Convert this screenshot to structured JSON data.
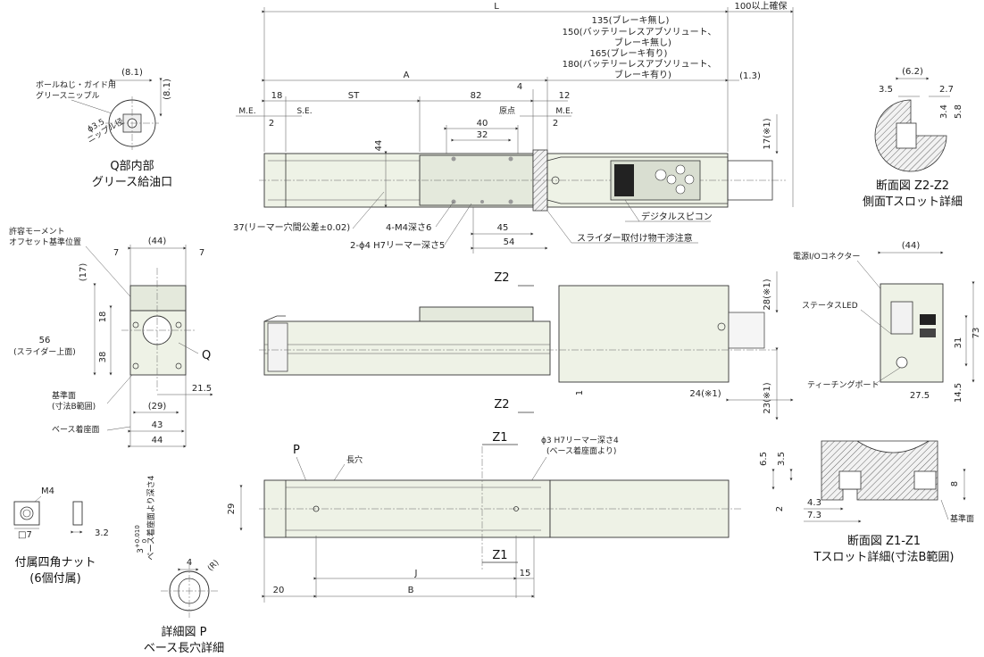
{
  "top_view": {
    "L": "L",
    "clearance": "100以上確保",
    "A": "A",
    "motor_lengths": [
      "135(ブレーキ無し)",
      "150(バッテリーレスアブソリュート、",
      "ブレーキ無し)",
      "165(ブレーキ有り)",
      "180(バッテリーレスアブソリュート、",
      "ブレーキ有り)"
    ],
    "d_1_3": "(1.3)",
    "me_left": "M.E.",
    "se": "S.E.",
    "st": "ST",
    "d18": "18",
    "d82": "82",
    "d4": "4",
    "d12": "12",
    "origin": "原点",
    "me_right": "M.E.",
    "d2a": "2",
    "d2b": "2",
    "d40": "40",
    "d32": "32",
    "d44": "44",
    "d17": "17(※1)",
    "reamer37": "37(リーマー穴間公差±0.02)",
    "m4": "4-M4深さ6",
    "phi4": "2-ϕ4 H7リーマー深さ5",
    "d45": "45",
    "d54": "54",
    "digital": "デジタルスピコン",
    "slider_note": "スライダー取付け物干渉注意"
  },
  "q_detail": {
    "grease": [
      "ボールねじ・ガイド用",
      "グリースニップル"
    ],
    "d81a": "(8.1)",
    "d81b": "(8.1)",
    "nipple": [
      "ϕ3.5",
      "ニップル径"
    ],
    "caption": [
      "Q部内部",
      "グリース給油口"
    ]
  },
  "z2_section": {
    "d62": "(6.2)",
    "d35": "3.5",
    "d27": "2.7",
    "d34": "3.4",
    "d58": "5.8",
    "caption": [
      "断面図 Z2-Z2",
      "側面Tスロット詳細"
    ]
  },
  "end_view": {
    "moment": [
      "許容モーメント",
      "オフセット基準位置"
    ],
    "d44top": "(44)",
    "d7a": "7",
    "d7b": "7",
    "d17": "(17)",
    "d18": "18",
    "d38": "38",
    "d56": [
      "56",
      "(スライダー上面)"
    ],
    "q": "Q",
    "ref_face": [
      "基準面",
      "(寸法B範囲)"
    ],
    "d215": "21.5",
    "d29": "(29)",
    "d43": "43",
    "d44": "44",
    "base_face": "ベース着座面"
  },
  "side_view": {
    "z2": "Z2",
    "z2b": "Z2",
    "d28": "28(※1)",
    "d23": "23(※1)",
    "d24": "24(※1)",
    "d1": "1"
  },
  "motor_end": {
    "conn": "電源I/Oコネクター",
    "d44": "(44)",
    "status": "ステータスLED",
    "d73": "73",
    "d31": "31",
    "teach": "ティーチングポート",
    "d275": "27.5",
    "d145": "14.5"
  },
  "bottom_view": {
    "p": "P",
    "slot": "長穴",
    "z1": "Z1",
    "z1b": "Z1",
    "reamer": [
      "ϕ3 H7リーマー深さ4",
      "(ベース着座面より)"
    ],
    "d29": "29",
    "j": "J",
    "b": "B",
    "d20": "20",
    "d15": "15"
  },
  "z1_section": {
    "d65": "6.5",
    "d35": "3.5",
    "d8": "8",
    "d43": "4.3",
    "d73": "7.3",
    "d2": "2",
    "ref": "基準面",
    "caption": [
      "断面図 Z1-Z1",
      "Tスロット詳細(寸法B範囲)"
    ]
  },
  "nut": {
    "m4": "M4",
    "d7": "□7",
    "d32": "3.2",
    "caption": [
      "付属四角ナット",
      "(6個付属)"
    ]
  },
  "p_detail": {
    "d4": "4",
    "r": "(R)",
    "tol": "3",
    "tol_sup": "+0.010",
    "tol_sub": "0",
    "base_note": "ベース着座面より深さ4",
    "caption": [
      "詳細図 P",
      "ベース長穴詳細"
    ]
  }
}
